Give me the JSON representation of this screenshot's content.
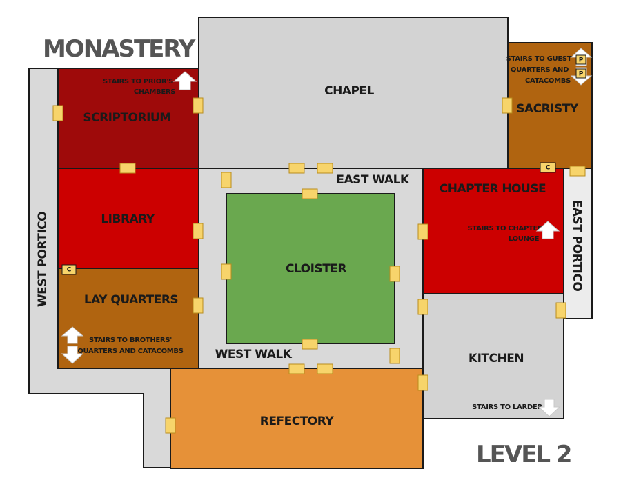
{
  "titles": {
    "main": "MONASTERY",
    "level": "LEVEL 2"
  },
  "rooms": {
    "chapel": {
      "name": "CHAPEL",
      "color": "#d3d3d3"
    },
    "sacristy": {
      "name": "SACRISTY",
      "color": "#b06410"
    },
    "scriptorium": {
      "name": "SCRIPTORIUM",
      "color": "#9e0a0a"
    },
    "library": {
      "name": "LIBRARY",
      "color": "#cc0000"
    },
    "lay_quarters": {
      "name": "LAY QUARTERS",
      "color": "#b06410"
    },
    "cloister": {
      "name": "CLOISTER",
      "color": "#6aa84f"
    },
    "chapter_house": {
      "name": "CHAPTER HOUSE",
      "color": "#cc0000"
    },
    "kitchen": {
      "name": "KITCHEN",
      "color": "#d3d3d3"
    },
    "refectory": {
      "name": "REFECTORY",
      "color": "#e69138"
    },
    "west_portico": {
      "name": "WEST PORTICO",
      "color": "#d9d9d9"
    },
    "east_portico": {
      "name": "EAST PORTICO",
      "color": "#ececec"
    },
    "walk": {
      "color": "#d9d9d9"
    }
  },
  "walks": {
    "east": "EAST WALK",
    "west": "WEST WALK"
  },
  "stairs": {
    "prior": [
      "STAIRS TO PRIOR'S",
      "CHAMBERS"
    ],
    "guest": [
      "STAIRS TO GUEST",
      "QUARTERS AND",
      "CATACOMBS"
    ],
    "chapter": [
      "STAIRS TO CHAPTER",
      "LOUNGE"
    ],
    "brothers": [
      "STAIRS TO BROTHERS'",
      "QUARTERS AND CATACOMBS"
    ],
    "larder": [
      "STAIRS TO LARDER"
    ]
  },
  "badges": {
    "c": "C",
    "p": "P"
  },
  "door_color": "#f7d46b"
}
